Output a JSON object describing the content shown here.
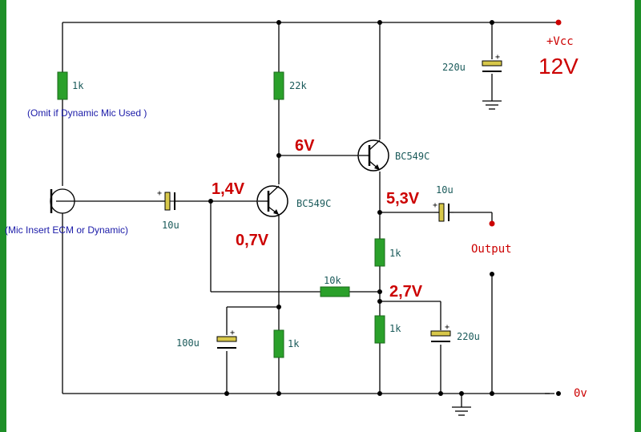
{
  "colors": {
    "wire": "#000000",
    "resistor": "#2aa02a",
    "capacitor": "#d8c84a",
    "label_red": "#cc0000",
    "label_blue": "#1a1aa8",
    "label_teal": "#1a5a5a",
    "node": "#000000",
    "terminal": "#cc0000",
    "frame": "#1e8f28"
  },
  "supply": {
    "label": "+Vcc",
    "voltage": "12V",
    "ground_label": "0v",
    "output_label": "Output"
  },
  "components": {
    "r_mic": "1k",
    "r_collector1": "22k",
    "r_emitter1": "1k",
    "r_emitter2_top": "1k",
    "r_emitter2_bottom": "1k",
    "r_feedback": "10k",
    "c_supply": "220u",
    "c_input": "10u",
    "c_output": "10u",
    "c_emitter1": "100u",
    "c_emitter2": "220u",
    "q1": "BC549C",
    "q2": "BC549C"
  },
  "notes": {
    "omit": "(Omit if Dynamic Mic Used )",
    "mic": "(Mic Insert  ECM or Dynamic)"
  },
  "voltages": {
    "q2_base": "6V",
    "q1_base": "1,4V",
    "q1_emitter": "0,7V",
    "q2_emitter": "5,3V",
    "divider": "2,7V"
  },
  "icons": {
    "microphone": "microphone-icon",
    "ground": "ground-icon",
    "npn": "npn-transistor-icon"
  }
}
